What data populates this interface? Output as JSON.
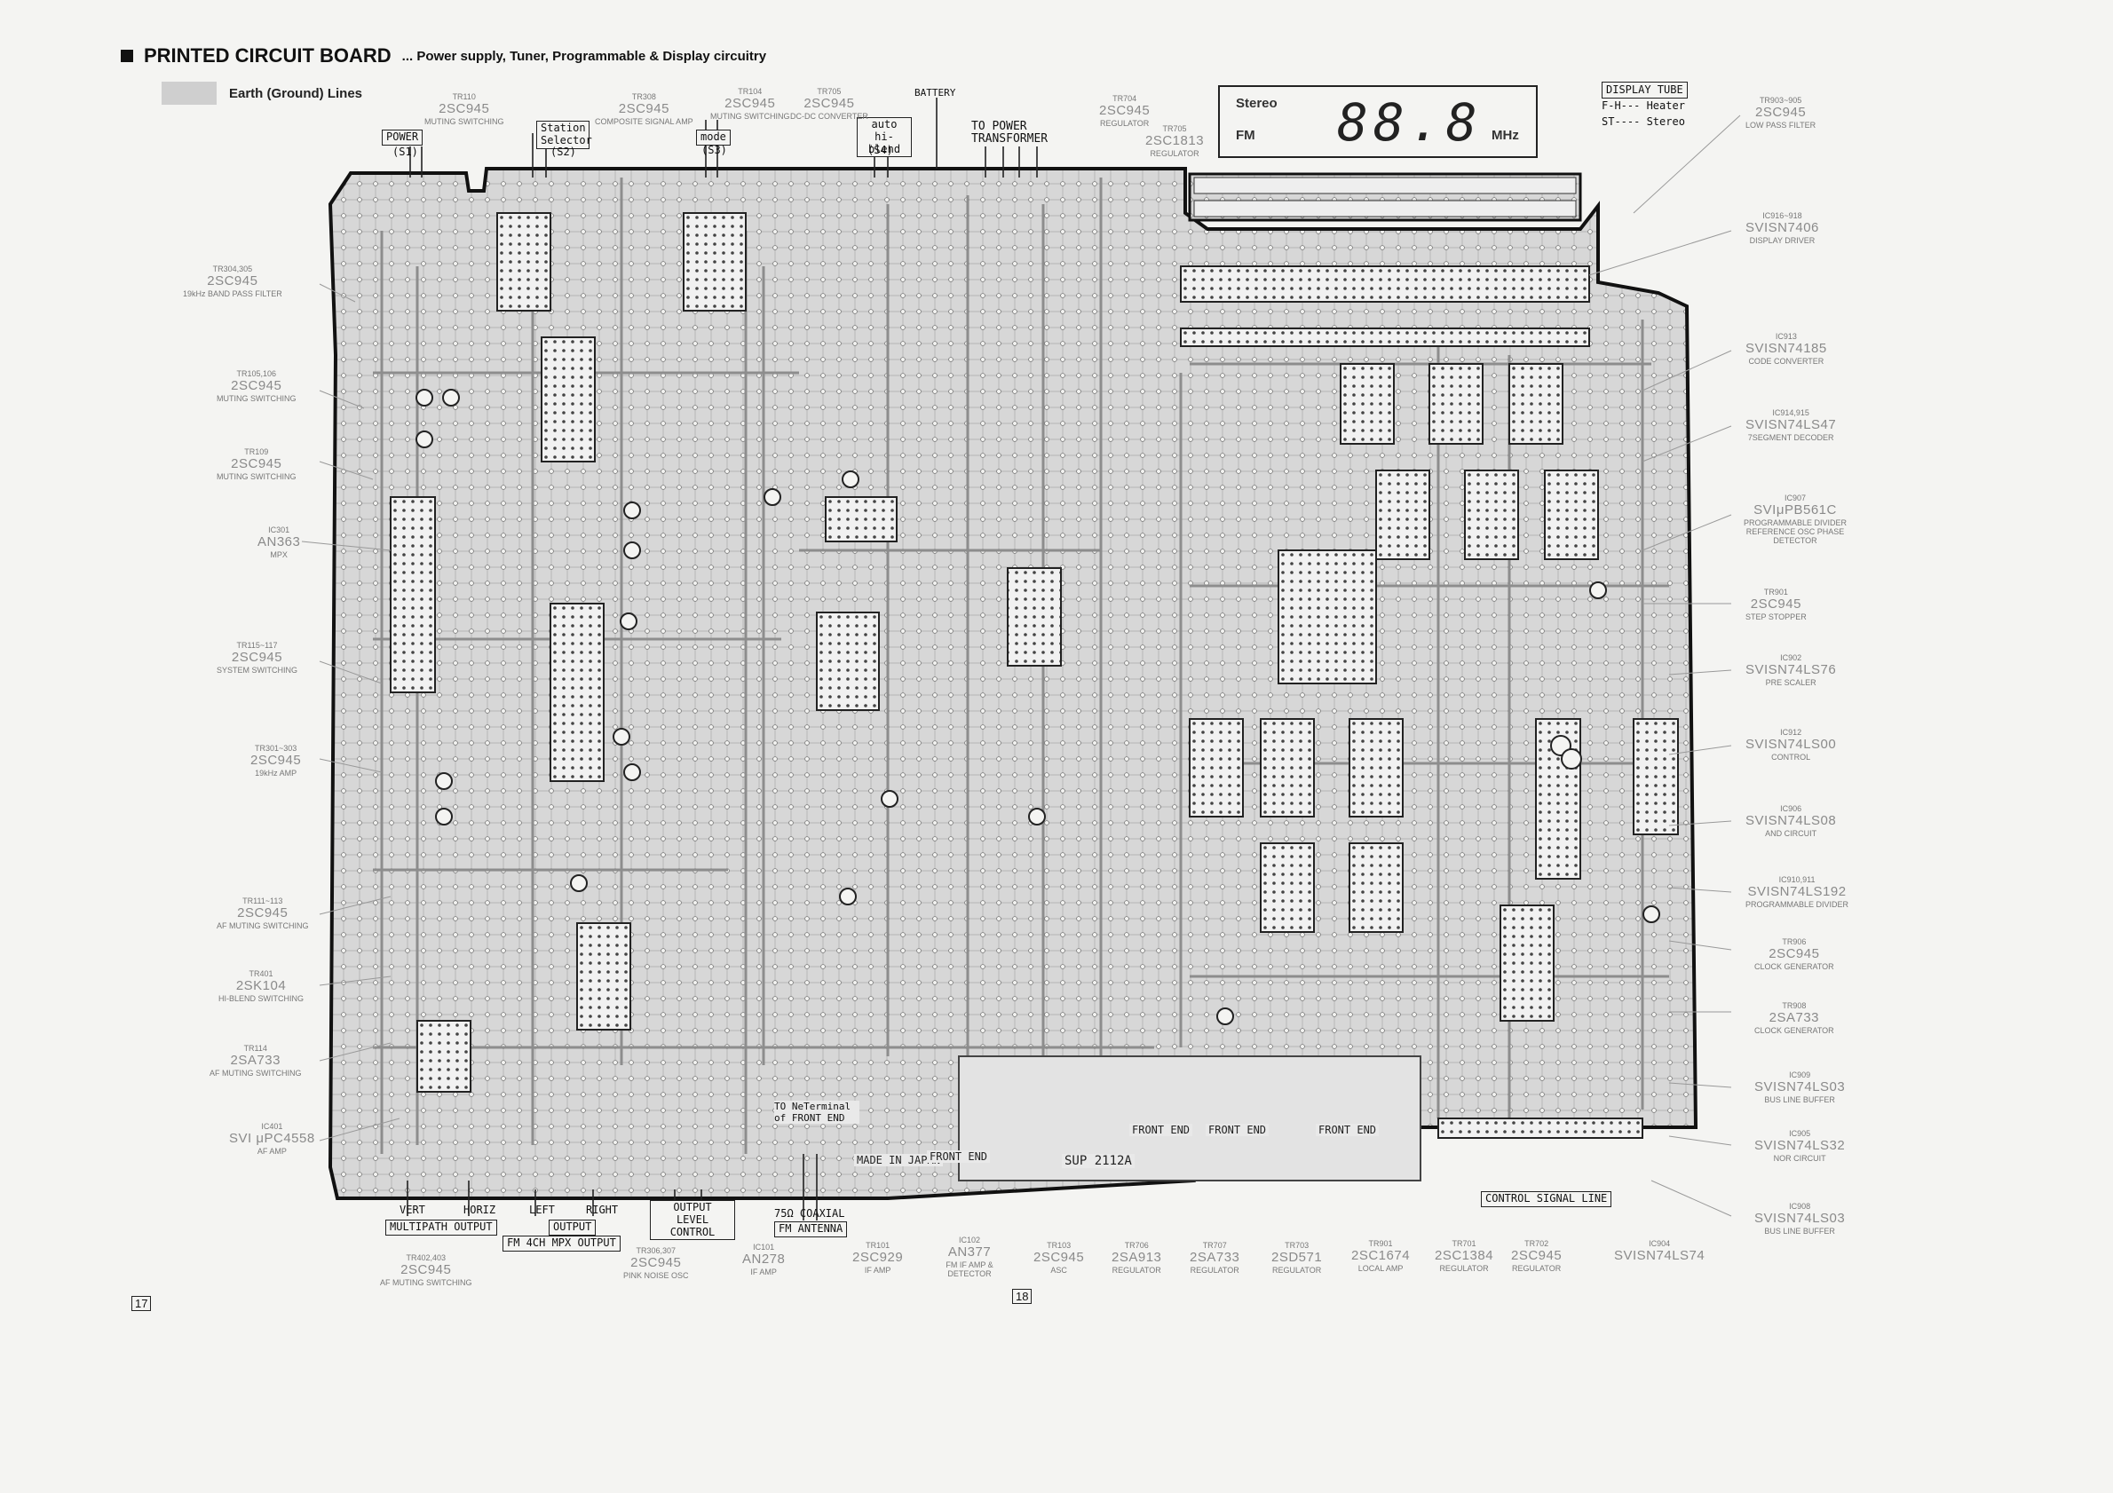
{
  "header": {
    "title": "PRINTED CIRCUIT BOARD",
    "subtitle": "... Power supply, Tuner, Programmable & Display circuitry"
  },
  "legend": {
    "label": "Earth (Ground) Lines"
  },
  "display": {
    "stereo": "Stereo",
    "fm": "FM",
    "frequency": "88.8",
    "unit": "MHz",
    "tube_title": "DISPLAY TUBE",
    "fh": "F-H--- Heater",
    "st": "ST---- Stereo"
  },
  "connectors": {
    "power": "POWER",
    "power_s": "(S1)",
    "station": "Station Selector",
    "station_s": "(S2)",
    "mode": "mode",
    "mode_s": "(S3)",
    "autoblend": "auto hi-blend",
    "autoblend_s": "(S4)",
    "battery": "BATTERY",
    "to_power": "TO POWER TRANSFORMER",
    "vert": "VERT",
    "horiz": "HORIZ",
    "multipath": "MULTIPATH OUTPUT",
    "left": "LEFT",
    "right": "RIGHT",
    "output": "OUTPUT",
    "fm4ch": "FM 4CH MPX OUTPUT",
    "output_level": "OUTPUT LEVEL CONTROL",
    "coaxial": "75Ω COAXIAL",
    "fm_antenna": "FM ANTENNA",
    "to_front": "TO NeTerminal of FRONT END",
    "control_signal": "CONTROL SIGNAL LINE"
  },
  "board_text": {
    "made": "MADE IN JAPAN",
    "sup": "SUP 2112A",
    "fe1": "FRONT END",
    "fe2": "FRONT END",
    "fe3": "FRONT END",
    "fe4": "FRONT END"
  },
  "left_labels": [
    {
      "ref": "TR304,305",
      "part": "2SC945",
      "fn": "19kHz BAND PASS FILTER"
    },
    {
      "ref": "TR105,106",
      "part": "2SC945",
      "fn": "MUTING SWITCHING"
    },
    {
      "ref": "TR109",
      "part": "2SC945",
      "fn": "MUTING SWITCHING"
    },
    {
      "ref": "IC301",
      "part": "AN363",
      "fn": "MPX"
    },
    {
      "ref": "TR115~117",
      "part": "2SC945",
      "fn": "SYSTEM SWITCHING"
    },
    {
      "ref": "TR301~303",
      "part": "2SC945",
      "fn": "19kHz AMP"
    },
    {
      "ref": "TR111~113",
      "part": "2SC945",
      "fn": "AF MUTING SWITCHING"
    },
    {
      "ref": "TR401",
      "part": "2SK104",
      "fn": "HI-BLEND SWITCHING"
    },
    {
      "ref": "TR114",
      "part": "2SA733",
      "fn": "AF MUTING SWITCHING"
    },
    {
      "ref": "IC401",
      "part": "SVI μPC4558",
      "fn": "AF AMP"
    }
  ],
  "top_labels": [
    {
      "ref": "TR110",
      "part": "2SC945",
      "fn": "MUTING SWITCHING"
    },
    {
      "ref": "TR308",
      "part": "2SC945",
      "fn": "COMPOSITE SIGNAL AMP"
    },
    {
      "ref": "TR104",
      "part": "2SC945",
      "fn": "MUTING SWITCHING"
    },
    {
      "ref": "TR705",
      "part": "2SC945",
      "fn": "DC-DC CONVERTER"
    },
    {
      "ref": "TR704",
      "part": "2SC945",
      "fn": "REGULATOR"
    },
    {
      "ref": "TR705",
      "part": "2SC1813",
      "fn": "REGULATOR"
    }
  ],
  "right_labels": [
    {
      "ref": "TR903~905",
      "part": "2SC945",
      "fn": "LOW PASS FILTER"
    },
    {
      "ref": "IC916~918",
      "part": "SVISN7406",
      "fn": "DISPLAY DRIVER"
    },
    {
      "ref": "IC913",
      "part": "SVISN74185",
      "fn": "CODE CONVERTER"
    },
    {
      "ref": "IC914,915",
      "part": "SVISN74LS47",
      "fn": "7SEGMENT DECODER"
    },
    {
      "ref": "IC907",
      "part": "SVIμPB561C",
      "fn": "PROGRAMMABLE DIVIDER REFERENCE OSC PHASE DETECTOR"
    },
    {
      "ref": "TR901",
      "part": "2SC945",
      "fn": "STEP STOPPER"
    },
    {
      "ref": "IC902",
      "part": "SVISN74LS76",
      "fn": "PRE SCALER"
    },
    {
      "ref": "IC912",
      "part": "SVISN74LS00",
      "fn": "CONTROL"
    },
    {
      "ref": "IC906",
      "part": "SVISN74LS08",
      "fn": "AND CIRCUIT"
    },
    {
      "ref": "IC910,911",
      "part": "SVISN74LS192",
      "fn": "PROGRAMMABLE DIVIDER"
    },
    {
      "ref": "TR906",
      "part": "2SC945",
      "fn": "CLOCK GENERATOR"
    },
    {
      "ref": "TR908",
      "part": "2SA733",
      "fn": "CLOCK GENERATOR"
    },
    {
      "ref": "IC909",
      "part": "SVISN74LS03",
      "fn": "BUS LINE BUFFER"
    },
    {
      "ref": "IC905",
      "part": "SVISN74LS32",
      "fn": "NOR CIRCUIT"
    },
    {
      "ref": "IC908",
      "part": "SVISN74LS03",
      "fn": "BUS LINE BUFFER"
    }
  ],
  "bottom_labels": [
    {
      "ref": "TR402,403",
      "part": "2SC945",
      "fn": "AF MUTING SWITCHING"
    },
    {
      "ref": "TR306,307",
      "part": "2SC945",
      "fn": "PINK NOISE OSC"
    },
    {
      "ref": "IC101",
      "part": "AN278",
      "fn": "IF AMP"
    },
    {
      "ref": "TR101",
      "part": "2SC929",
      "fn": "IF AMP"
    },
    {
      "ref": "IC102",
      "part": "AN377",
      "fn": "FM IF AMP & DETECTOR"
    },
    {
      "ref": "TR103",
      "part": "2SC945",
      "fn": "ASC"
    },
    {
      "ref": "TR706",
      "part": "2SA913",
      "fn": "REGULATOR"
    },
    {
      "ref": "TR707",
      "part": "2SA733",
      "fn": "REGULATOR"
    },
    {
      "ref": "TR703",
      "part": "2SD571",
      "fn": "REGULATOR"
    },
    {
      "ref": "TR901",
      "part": "2SC1674",
      "fn": "LOCAL AMP"
    },
    {
      "ref": "TR701",
      "part": "2SC1384",
      "fn": "REGULATOR"
    },
    {
      "ref": "TR702",
      "part": "2SC945",
      "fn": "REGULATOR"
    },
    {
      "ref": "IC904",
      "part": "SVISN74LS74",
      "fn": ""
    }
  ],
  "pages": {
    "left": "17",
    "center": "18"
  }
}
